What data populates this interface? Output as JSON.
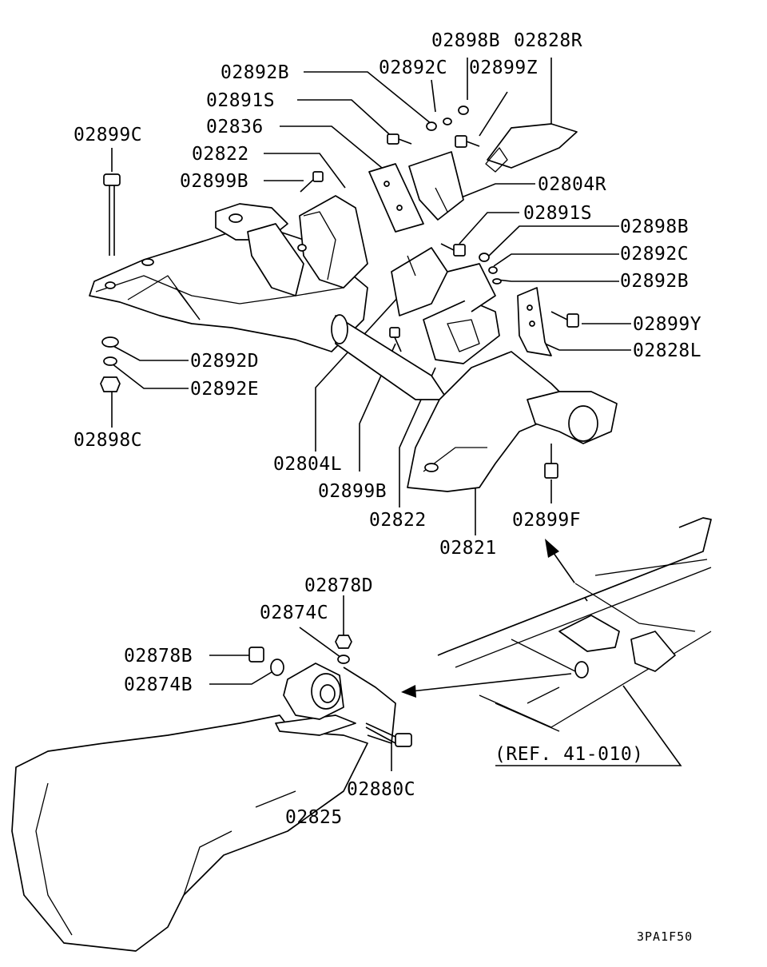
{
  "labels": {
    "p02898B_top": "02898B",
    "p02828R": "02828R",
    "p02892B_top": "02892B",
    "p02892C_top": "02892C",
    "p02899Z": "02899Z",
    "p02891S_top": "02891S",
    "p02836": "02836",
    "p02899C": "02899C",
    "p02822_top": "02822",
    "p02899B_top": "02899B",
    "p02804R": "02804R",
    "p02891S_right": "02891S",
    "p02898B_right": "02898B",
    "p02892C_right": "02892C",
    "p02892B_right": "02892B",
    "p02899Y": "02899Y",
    "p02828L": "02828L",
    "p02892D": "02892D",
    "p02892E": "02892E",
    "p02898C": "02898C",
    "p02804L": "02804L",
    "p02899B_bottom": "02899B",
    "p02822_bottom": "02822",
    "p02821": "02821",
    "p02899F": "02899F",
    "p02878D": "02878D",
    "p02874C": "02874C",
    "p02878B": "02878B",
    "p02874B": "02874B",
    "p02880C": "02880C",
    "p02825": "02825",
    "ref": "(REF. 41-010)"
  },
  "figure_code": "3PA1F50"
}
